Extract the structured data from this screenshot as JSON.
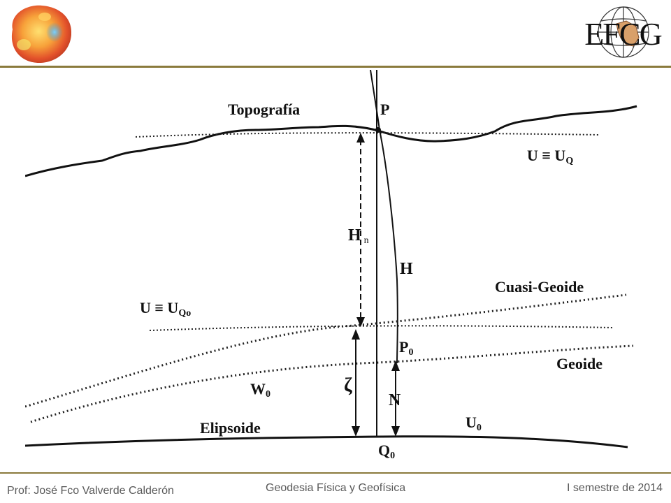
{
  "header": {
    "left_logo": "geoid-globe",
    "right_logo": {
      "text": "EFCG",
      "icon": "globe-map-icon"
    }
  },
  "diagram": {
    "labels": {
      "topografia": "Topografía",
      "point_p": "P",
      "u_uq_main": "U ≡ U",
      "u_uq_sub": "Q",
      "hn_main": "H",
      "hn_sub": "n",
      "h": "H",
      "cuasi_geoide": "Cuasi-Geoide",
      "u_uqo_main": "U ≡ U",
      "u_uqo_sub": "Qo",
      "p0_main": "P",
      "p0_sub": "0",
      "geoide": "Geoide",
      "w0_main": "W",
      "w0_sub": "0",
      "zeta": "ζ",
      "n": "N",
      "elipsoide": "Elipsoide",
      "u0_main": "U",
      "u0_sub": "0",
      "q0_main": "Q",
      "q0_sub": "0"
    }
  },
  "footer": {
    "author": "Prof: José Fco Valverde Calderón",
    "course": "Geodesia Física y Geofísica",
    "semester": "I semestre de 2014"
  },
  "colors": {
    "rule": "#8a7a3c",
    "footer_text": "#595959"
  }
}
